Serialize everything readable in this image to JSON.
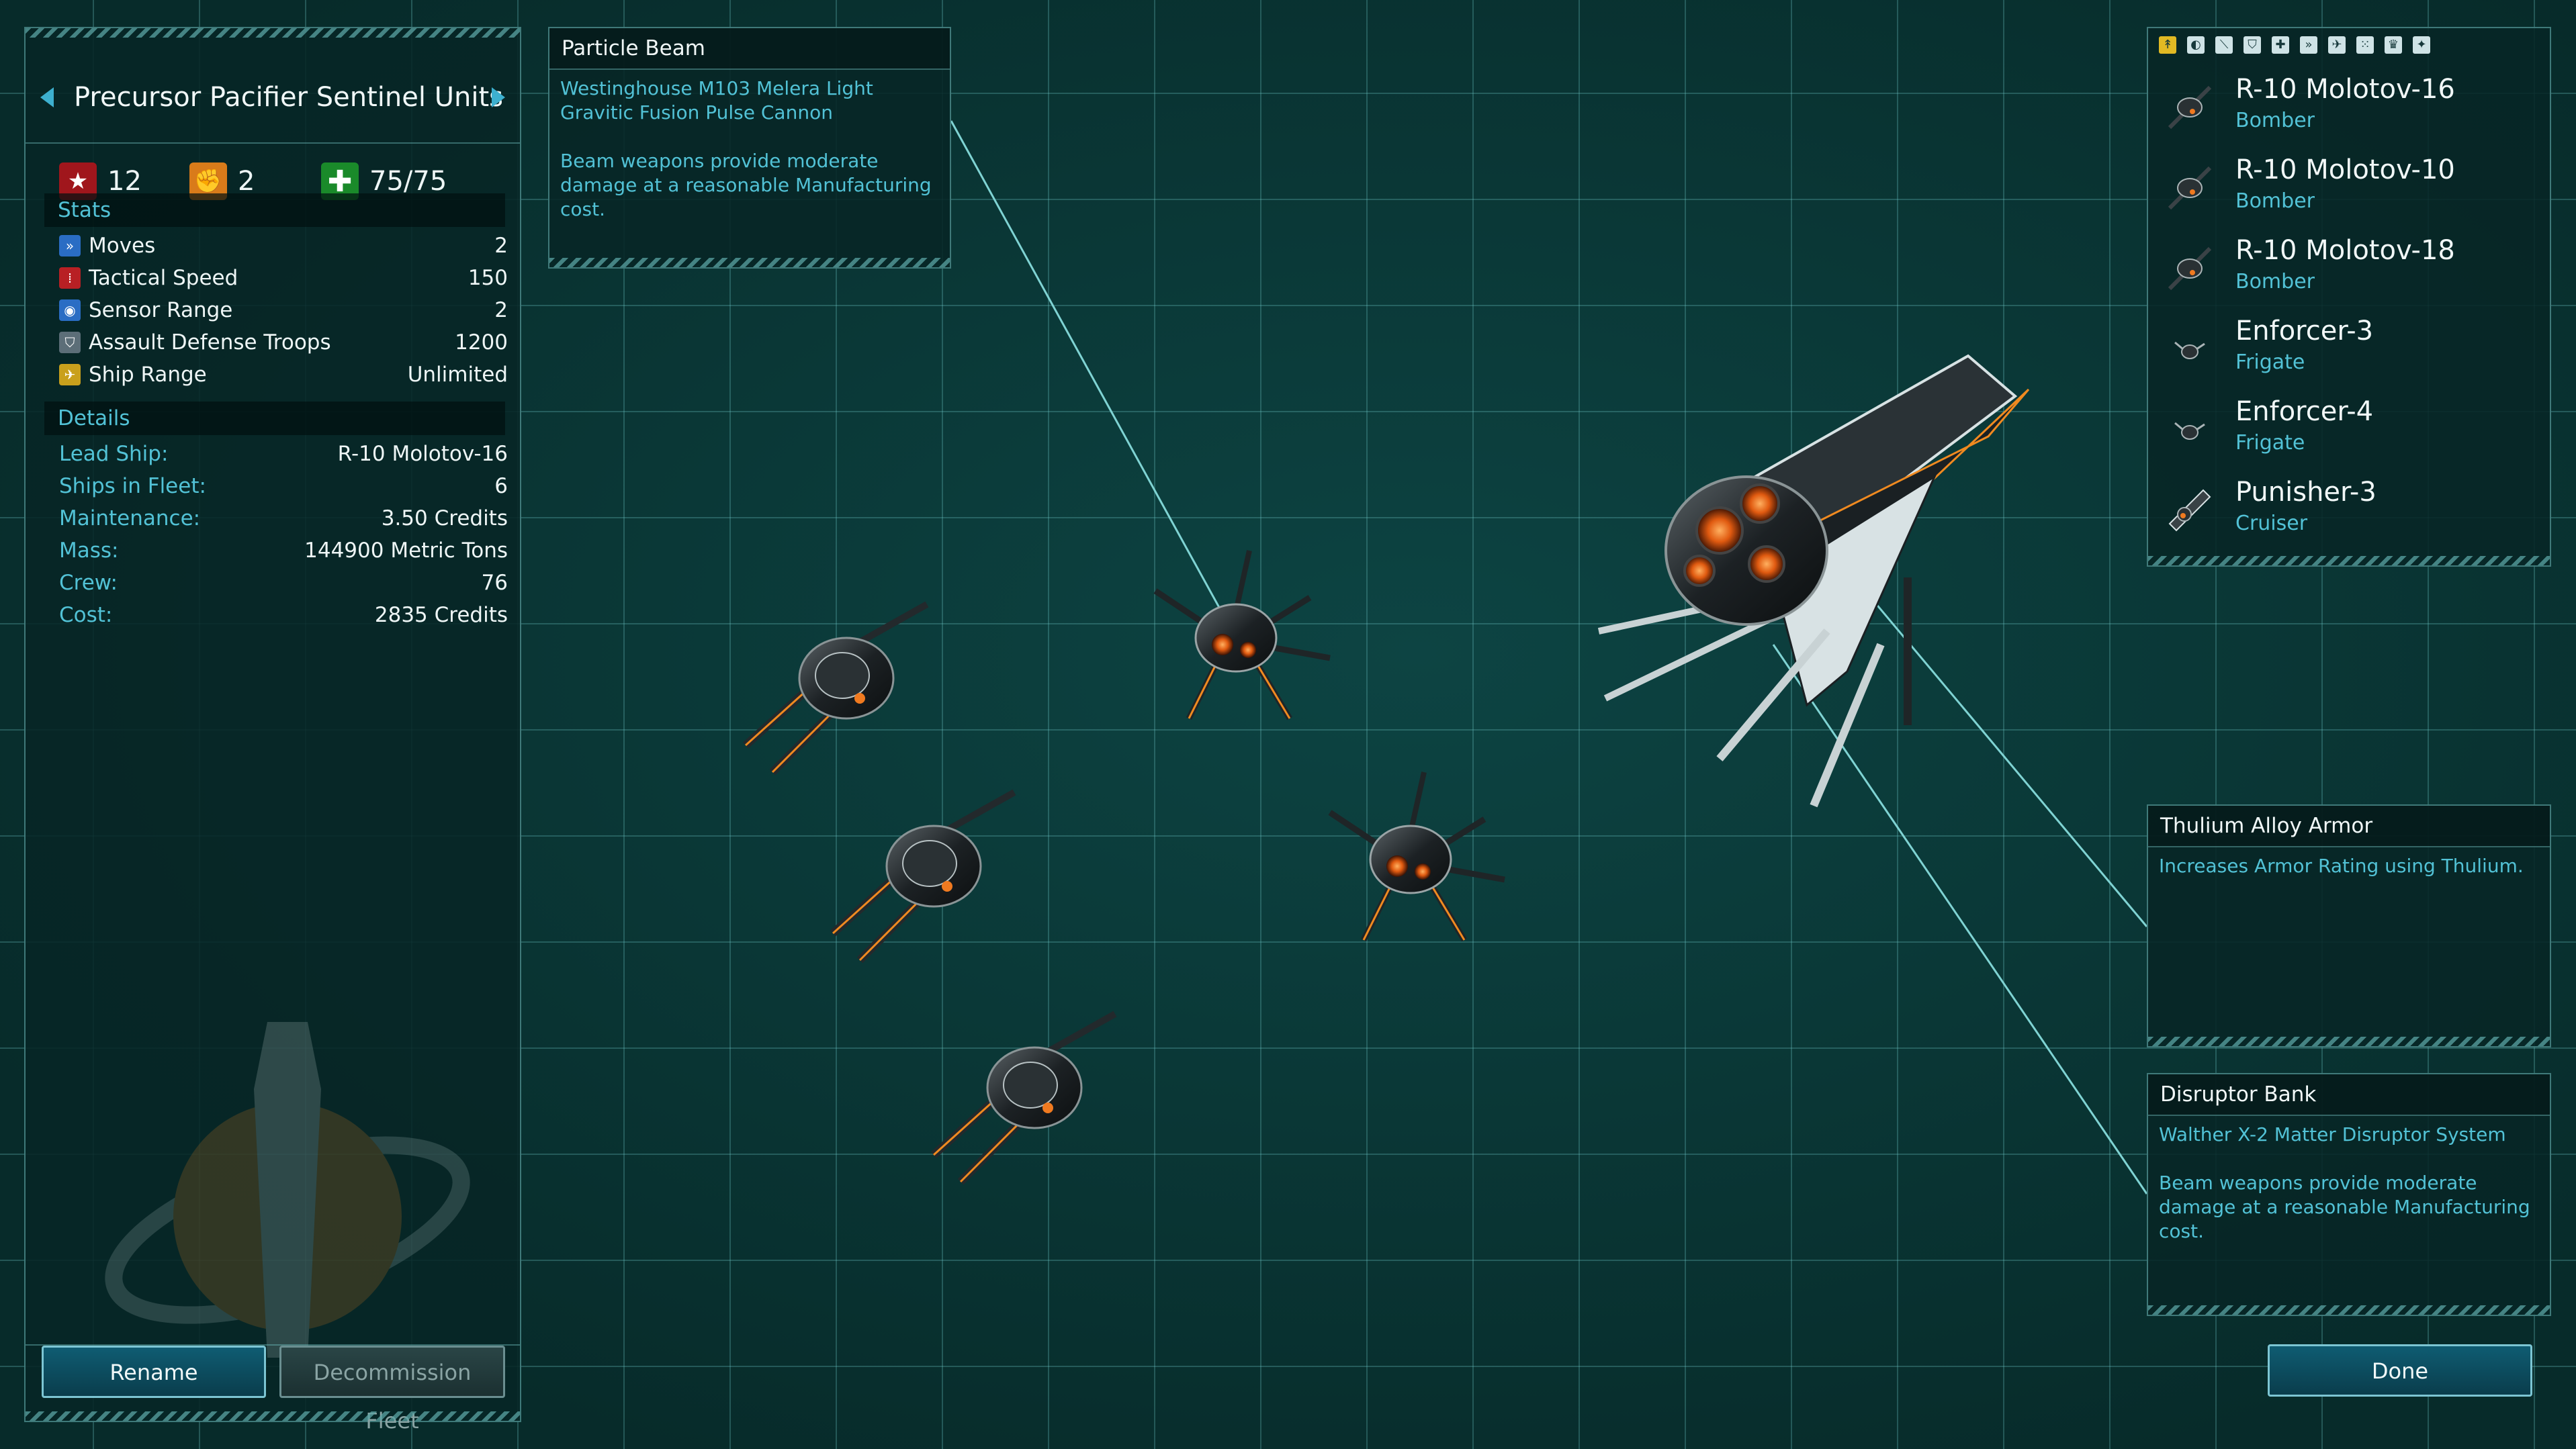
{
  "fleet": {
    "title": "Precursor Pacifier Sentinel Units",
    "attributes": {
      "attack": "12",
      "defense": "2",
      "hp": "75/75"
    },
    "stats_header": "Stats",
    "stats": [
      {
        "label": "Moves",
        "value": "2"
      },
      {
        "label": "Tactical Speed",
        "value": "150"
      },
      {
        "label": "Sensor Range",
        "value": "2"
      },
      {
        "label": "Assault Defense Troops",
        "value": "1200"
      },
      {
        "label": "Ship Range",
        "value": "Unlimited"
      }
    ],
    "details_header": "Details",
    "details": [
      {
        "label": "Lead Ship:",
        "value": "R-10 Molotov-16"
      },
      {
        "label": "Ships in Fleet:",
        "value": "6"
      },
      {
        "label": "Maintenance:",
        "value": "3.50 Credits"
      },
      {
        "label": "Mass:",
        "value": "144900 Metric Tons"
      },
      {
        "label": "Crew:",
        "value": "76"
      },
      {
        "label": "Cost:",
        "value": "2835 Credits"
      }
    ],
    "buttons": {
      "rename": "Rename",
      "decommission": "Decommission Fleet"
    }
  },
  "tooltips": {
    "particle_beam": {
      "title": "Particle Beam",
      "line1": "Westinghouse M103 Melera Light Gravitic Fusion Pulse Cannon",
      "line2": "Beam weapons provide moderate damage at a reasonable Manufacturing cost."
    },
    "thulium_armor": {
      "title": "Thulium Alloy Armor",
      "line1": "Increases Armor Rating using Thulium."
    },
    "disruptor_bank": {
      "title": "Disruptor Bank",
      "line1": "Walther X-2 Matter Disruptor System",
      "line2": "Beam weapons provide moderate damage at a reasonable Manufacturing cost."
    }
  },
  "ship_list": {
    "filter_icons": [
      "weapon-icon",
      "shield-icon",
      "beam-icon",
      "armor-icon",
      "repair-icon",
      "engine-icon",
      "sensor-icon",
      "troop-icon",
      "command-icon",
      "fighter-icon"
    ],
    "ships": [
      {
        "name": "R-10 Molotov-16",
        "class": "Bomber"
      },
      {
        "name": "R-10 Molotov-10",
        "class": "Bomber"
      },
      {
        "name": "R-10 Molotov-18",
        "class": "Bomber"
      },
      {
        "name": "Enforcer-3",
        "class": "Frigate"
      },
      {
        "name": "Enforcer-4",
        "class": "Frigate"
      },
      {
        "name": "Punisher-3",
        "class": "Cruiser"
      }
    ]
  },
  "done_label": "Done",
  "colors": {
    "accent": "#52c2d6",
    "panel": "#072625",
    "grid": "#6ec8c8",
    "button": "#0f5c72"
  }
}
